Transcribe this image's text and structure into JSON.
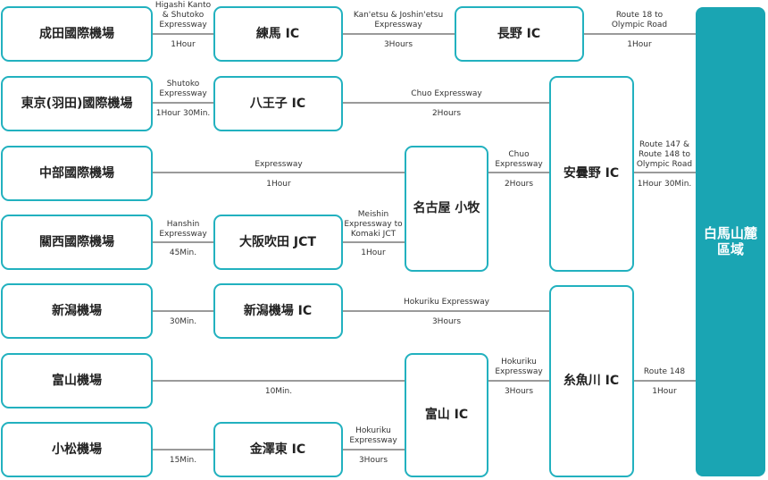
{
  "nodes": {
    "narita": "成田國際機場",
    "nerima": "練馬 IC",
    "nagano": "長野 IC",
    "haneda": "東京(羽田)國際機場",
    "hachioji": "八王子 IC",
    "chubu": "中部國際機場",
    "nagoya": "名古屋 小牧",
    "azumino": "安曇野 IC",
    "kansai": "關西國際機場",
    "osaka": "大阪吹田 JCT",
    "niigata_airport": "新潟機場",
    "niigata_ic": "新潟機場 IC",
    "toyama_airport": "富山機場",
    "toyama_ic": "富山 IC",
    "itoigawa": "糸魚川 IC",
    "komatsu": "小松機場",
    "kanazawa": "金澤東 IC",
    "destination": [
      "白馬山麓",
      "區域"
    ]
  },
  "edges": {
    "narita_nerima": {
      "route": [
        "Higashi Kanto",
        "& Shutoko",
        "Expressway"
      ],
      "time": "1Hour"
    },
    "nerima_nagano": {
      "route": [
        "Kan'etsu & Joshin'etsu",
        "Expressway"
      ],
      "time": "3Hours"
    },
    "nagano_dest": {
      "route": [
        "Route 18 to",
        "Olympic Road"
      ],
      "time": "1Hour"
    },
    "haneda_hachioji": {
      "route": [
        "Shutoko",
        "Expressway"
      ],
      "time": "1Hour 30Min."
    },
    "hachioji_azumino": {
      "route": [
        "Chuo Expressway"
      ],
      "time": "2Hours"
    },
    "chubu_nagoya": {
      "route": [
        "Expressway"
      ],
      "time": "1Hour"
    },
    "nagoya_azumino": {
      "route": [
        "Chuo",
        "Expressway"
      ],
      "time": "2Hours"
    },
    "azumino_dest": {
      "route": [
        "Route 147 &",
        "Route 148 to",
        "Olympic Road"
      ],
      "time": "1Hour 30Min."
    },
    "kansai_osaka": {
      "route": [
        "Hanshin",
        "Expressway"
      ],
      "time": "45Min."
    },
    "osaka_nagoya": {
      "route": [
        "Meishin",
        "Expressway to",
        "Komaki JCT"
      ],
      "time": "1Hour"
    },
    "niigata_ap_ic": {
      "route": [],
      "time": "30Min."
    },
    "niigata_itoigawa": {
      "route": [
        "Hokuriku Expressway"
      ],
      "time": "3Hours"
    },
    "toyama_ap_ic": {
      "route": [],
      "time": "10Min."
    },
    "toyama_itoigawa": {
      "route": [
        "Hokuriku",
        "Expressway"
      ],
      "time": "3Hours"
    },
    "itoigawa_dest": {
      "route": [
        "Route 148"
      ],
      "time": "1Hour"
    },
    "komatsu_kanazawa": {
      "route": [],
      "time": "15Min."
    },
    "kanazawa_toyama": {
      "route": [
        "Hokuriku",
        "Expressway"
      ],
      "time": "3Hours"
    }
  },
  "colors": {
    "accent": "#22b1bf",
    "destination": "#1aa5b3",
    "line": "#9a9a9a"
  }
}
